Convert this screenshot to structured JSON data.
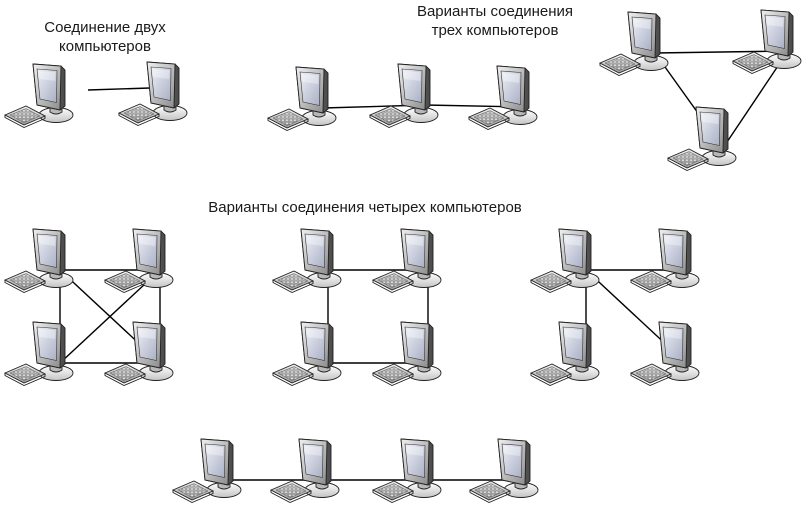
{
  "captions": {
    "two_computers": [
      "Соединение двух",
      "компьютеров"
    ],
    "three_computers": [
      "Варианты соединения",
      "трех компьютеров"
    ],
    "four_computers": "Варианты соединения четырех компьютеров"
  },
  "icons": {
    "node": "computer-icon"
  },
  "colors": {
    "line": "#000000",
    "screen_light": "#eef0f7",
    "screen_dark": "#a9afc4",
    "body_light": "#f0f0f0",
    "body_dark": "#8c8c8c"
  },
  "diagrams": [
    {
      "name": "two-computer-link",
      "nodes": 2,
      "links": [
        [
          0,
          1
        ]
      ]
    },
    {
      "name": "three-computer-chain",
      "nodes": 3,
      "links": [
        [
          0,
          1
        ],
        [
          1,
          2
        ]
      ]
    },
    {
      "name": "three-computer-ring",
      "nodes": 3,
      "links": [
        [
          0,
          1
        ],
        [
          1,
          2
        ],
        [
          2,
          0
        ]
      ]
    },
    {
      "name": "four-computer-full-mesh",
      "nodes": 4,
      "links": [
        [
          0,
          1
        ],
        [
          0,
          2
        ],
        [
          0,
          3
        ],
        [
          1,
          2
        ],
        [
          1,
          3
        ],
        [
          2,
          3
        ]
      ]
    },
    {
      "name": "four-computer-ring",
      "nodes": 4,
      "links": [
        [
          0,
          1
        ],
        [
          1,
          3
        ],
        [
          3,
          2
        ],
        [
          2,
          0
        ]
      ]
    },
    {
      "name": "four-computer-star",
      "nodes": 4,
      "links": [
        [
          0,
          1
        ],
        [
          0,
          2
        ],
        [
          0,
          3
        ]
      ]
    },
    {
      "name": "four-computer-chain",
      "nodes": 4,
      "links": [
        [
          0,
          1
        ],
        [
          1,
          2
        ],
        [
          2,
          3
        ]
      ]
    }
  ]
}
